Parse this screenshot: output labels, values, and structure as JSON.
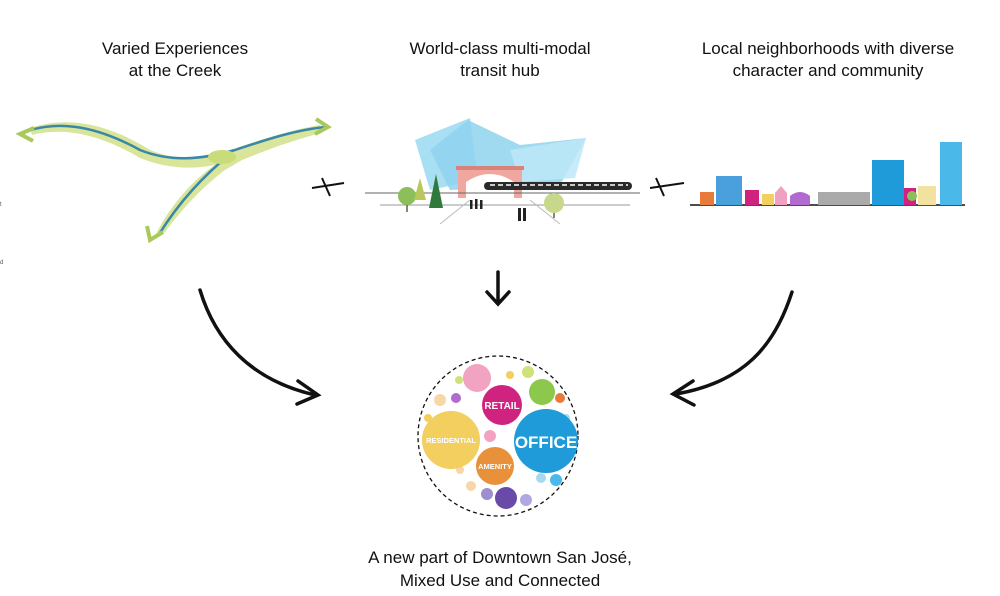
{
  "headings": {
    "creek": "Varied Experiences\nat the Creek",
    "transit": "World-class multi-modal\ntransit hub",
    "neighborhoods": "Local neighborhoods with diverse\ncharacter and community"
  },
  "circle_labels": {
    "retail": "RETAIL",
    "office": "OFFICE",
    "residential": "RESIDENTIAL",
    "amenity": "AMENITY"
  },
  "caption": "A new part of Downtown San José,\nMixed Use and Connected",
  "edge_marks": [
    "t",
    "d"
  ],
  "colors": {
    "creek_water": "#3a88a8",
    "creek_land": "#d4e28a",
    "glass": "#8fd4ee",
    "station": "#e89a92",
    "retail": "#d0237f",
    "office": "#1e9bd8",
    "residential": "#f2cf5e",
    "amenity": "#e8903a"
  }
}
